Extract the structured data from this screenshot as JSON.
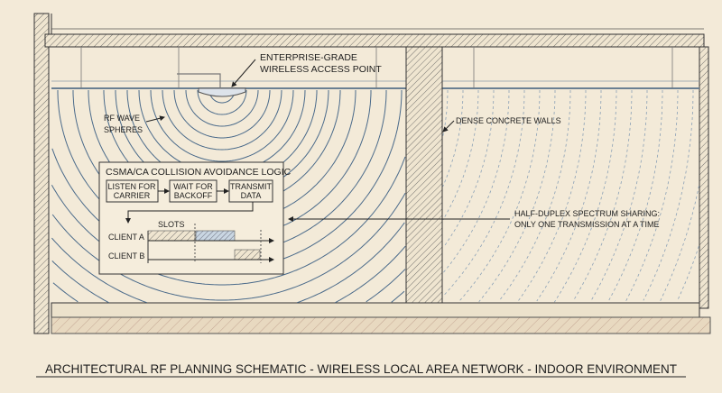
{
  "labels": {
    "access_point": [
      "ENTERPRISE-GRADE",
      "WIRELESS ACCESS POINT"
    ],
    "rf_wave": [
      "RF WAVE",
      "SPHERES"
    ],
    "walls": "DENSE CONCRETE WALLS",
    "half_duplex": [
      "HALF-DUPLEX SPECTRUM SHARING:",
      "ONLY ONE TRANSMISSION AT A TIME"
    ]
  },
  "csma": {
    "title": "CSMA/CA COLLISION AVOIDANCE LOGIC",
    "steps": [
      [
        "LISTEN FOR",
        "CARRIER"
      ],
      [
        "WAIT FOR",
        "BACKOFF"
      ],
      [
        "TRANSMIT",
        "DATA"
      ]
    ],
    "slots_label": "SLOTS",
    "clients": [
      "CLIENT A",
      "CLIENT B"
    ]
  },
  "caption": "ARCHITECTURAL RF PLANNING SCHEMATIC - WIRELESS LOCAL AREA NETWORK - INDOOR ENVIRONMENT",
  "colors": {
    "paper": "#f3ead8",
    "ink": "#2a2a2a",
    "wave": "#4a6a8a"
  }
}
